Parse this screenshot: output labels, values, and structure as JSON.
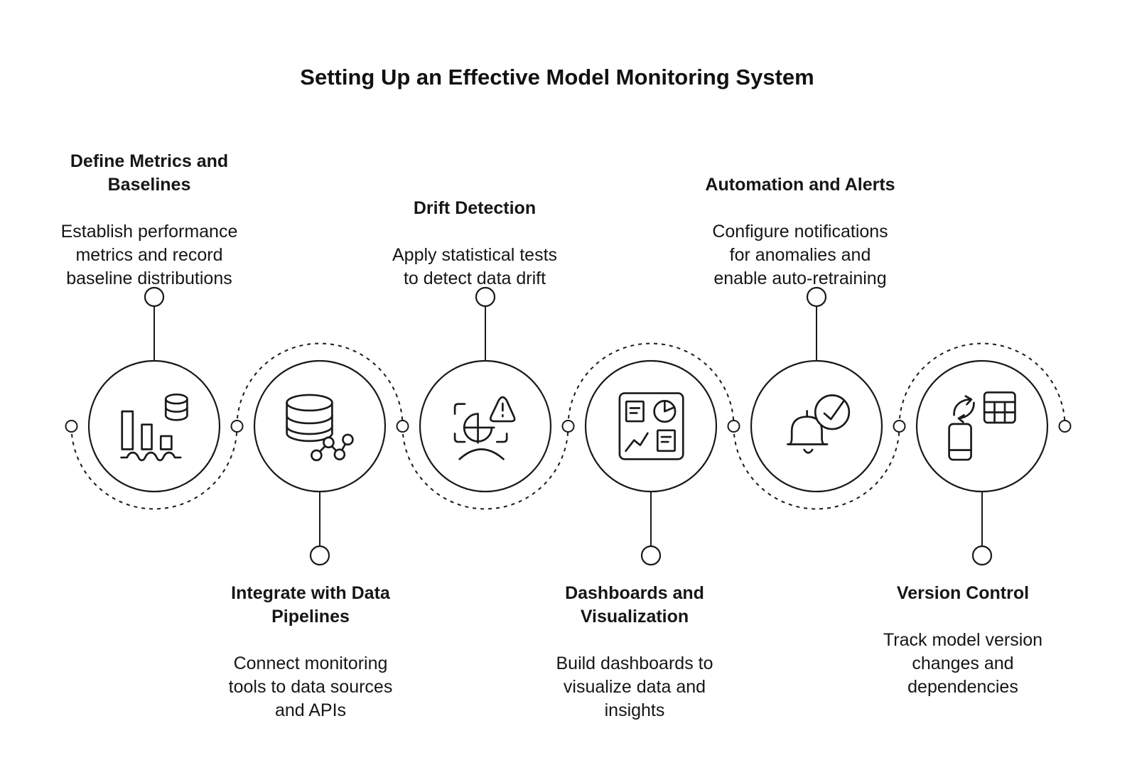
{
  "page_title": "Setting Up an Effective Model Monitoring System",
  "colors": {
    "ink": "#1a1a1a",
    "background": "#ffffff"
  },
  "layout": "horizontal snake timeline, 6 circular nodes, dashed arcs alternating below odd and above even nodes",
  "steps": [
    {
      "index": 1,
      "label_position": "top",
      "icon": "bar-chart-database-icon",
      "title_lines": [
        "Define Metrics and",
        "Baselines"
      ],
      "desc_lines": [
        "Establish performance",
        "metrics and record",
        "baseline distributions"
      ]
    },
    {
      "index": 2,
      "label_position": "bottom",
      "icon": "database-network-icon",
      "title_lines": [
        "Integrate with Data",
        "Pipelines"
      ],
      "desc_lines": [
        "Connect monitoring",
        "tools to data sources",
        "and APIs"
      ]
    },
    {
      "index": 3,
      "label_position": "top",
      "icon": "scan-pie-warning-icon",
      "title_lines": [
        "Drift Detection"
      ],
      "desc_lines": [
        "Apply statistical tests",
        "to detect data drift"
      ]
    },
    {
      "index": 4,
      "label_position": "bottom",
      "icon": "dashboard-icon",
      "title_lines": [
        "Dashboards and",
        "Visualization"
      ],
      "desc_lines": [
        "Build dashboards to",
        "visualize data and",
        "insights"
      ]
    },
    {
      "index": 5,
      "label_position": "top",
      "icon": "bell-check-icon",
      "title_lines": [
        "Automation and Alerts"
      ],
      "desc_lines": [
        "Configure notifications",
        "for anomalies and",
        "enable auto-retraining"
      ]
    },
    {
      "index": 6,
      "label_position": "bottom",
      "icon": "device-table-sync-icon",
      "title_lines": [
        "Version Control"
      ],
      "desc_lines": [
        "Track model version",
        "changes and",
        "dependencies"
      ]
    }
  ]
}
